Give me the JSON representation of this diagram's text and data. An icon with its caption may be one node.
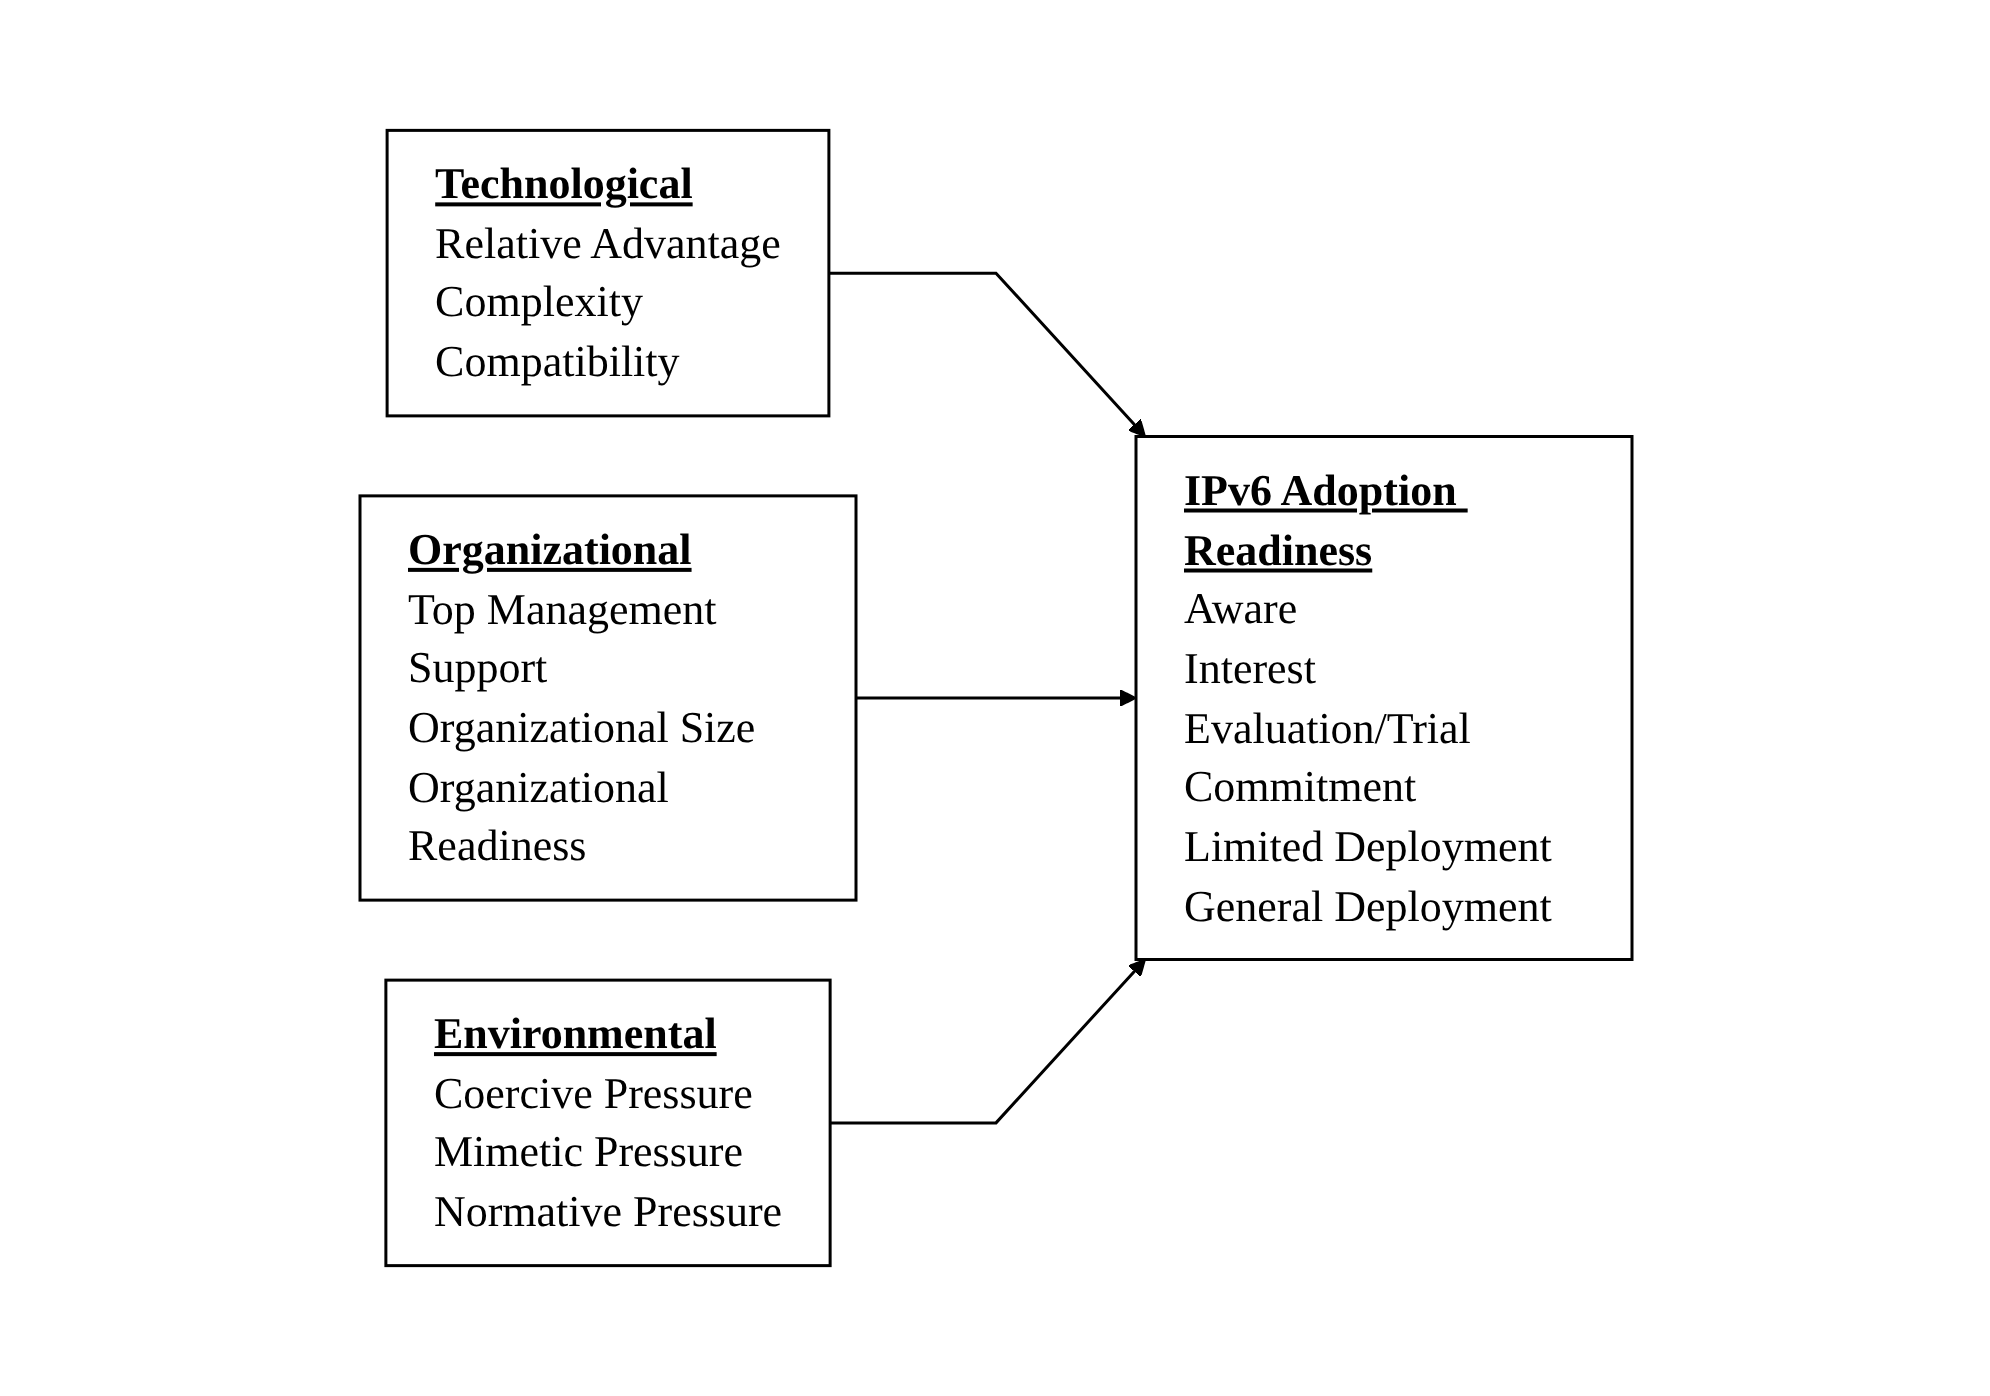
{
  "diagram": {
    "nodes": [
      {
        "text": [
          "Technological",
          "Relative Advantage",
          "Complexity",
          "Compatibility"
        ]
      },
      {
        "text": [
          "Organizational",
          "Top Management Support",
          "Organizational Size",
          "Organizational Readiness"
        ]
      },
      {
        "text": [
          "Environmental",
          "Coercive Pressure",
          "Mimetic Pressure",
          "Normative Pressure"
        ]
      },
      {
        "text": [
          "IPv6 Adoption Readiness",
          "Aware",
          "Interest",
          "Evaluation/Trial",
          "Commitment",
          "Limited Deployment",
          "General Deployment"
        ]
      }
    ],
    "edges": [
      {
        "from": 0,
        "to": 3,
        "arrow": "to"
      },
      {
        "from": 1,
        "to": 3,
        "arrow": "to"
      },
      {
        "from": 2,
        "to": 3,
        "arrow": "to"
      }
    ]
  }
}
